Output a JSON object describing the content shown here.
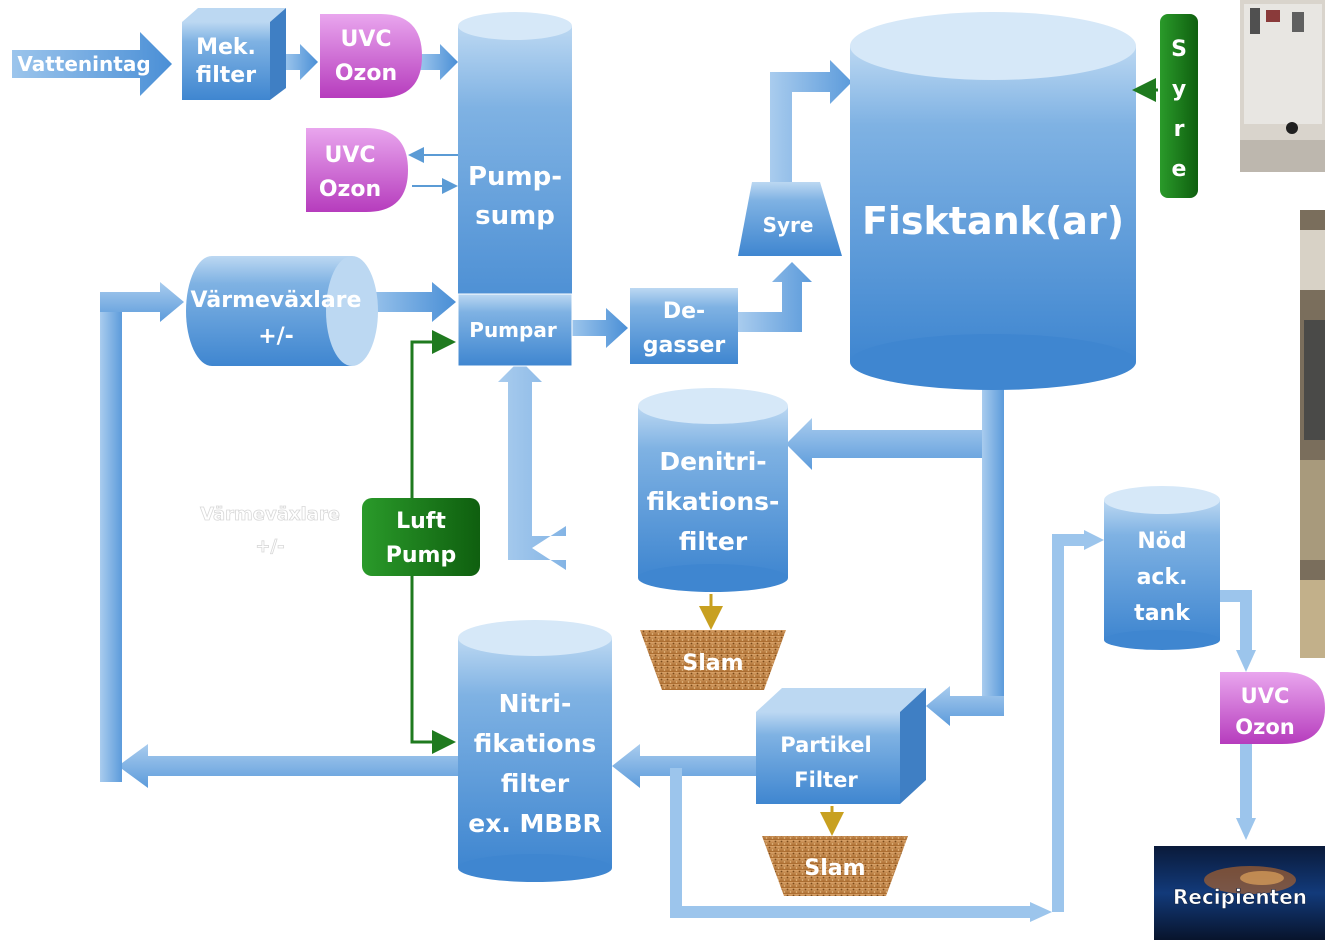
{
  "nodes": {
    "vattenintag": "Vattenintag",
    "mek_filter": [
      "Mek.",
      "filter"
    ],
    "uvc_top": [
      "UVC",
      "Ozon"
    ],
    "uvc_side": [
      "UVC",
      "Ozon"
    ],
    "pumpsump": [
      "Pump-",
      "sump"
    ],
    "pumpar": "Pumpar",
    "varmevaxlare": [
      "Värmeväxlare",
      "+/-"
    ],
    "varmevaxlare_ghost": [
      "Värmeväxlare",
      "+/-"
    ],
    "degasser": [
      "De-",
      "gasser"
    ],
    "syre_cone": "Syre",
    "fisktank": "Fisktank(ar)",
    "syre_bar": [
      "S",
      "y",
      "r",
      "e"
    ],
    "denitri": [
      "Denitri-",
      "fikations-",
      "filter"
    ],
    "slam_1": "Slam",
    "slam_2": "Slam",
    "luft_pump": [
      "Luft",
      "Pump"
    ],
    "nitri": [
      "Nitri-",
      "fikations",
      "filter",
      "ex. MBBR"
    ],
    "partikel": [
      "Partikel",
      "Filter"
    ],
    "nod_tank": [
      "Nöd",
      "ack.",
      "tank"
    ],
    "uvc_right": [
      "UVC",
      "Ozon"
    ],
    "recipienten": "Recipienten"
  },
  "colors": {
    "flow_blue": "#5b9bd5",
    "uvc_purple": "#c040c0",
    "air_green": "#1f7a1f",
    "sludge_brown": "#b07a3c",
    "sludge_arrow": "#c8a020"
  }
}
